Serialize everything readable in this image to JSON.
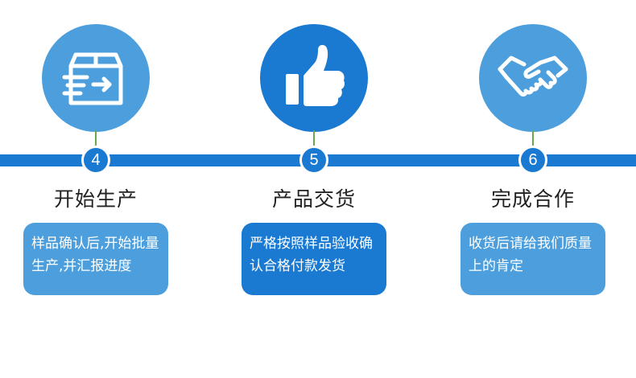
{
  "colors": {
    "timeline": "#1a79d1",
    "light_blue": "#4c9fdc",
    "dark_blue": "#1a79d1",
    "connector": "#6aa84f"
  },
  "steps": [
    {
      "number": "4",
      "title": "开始生产",
      "description": "样品确认后,开始批量生产,并汇报进度",
      "icon": "delivery-box-icon",
      "tone": "light"
    },
    {
      "number": "5",
      "title": "产品交货",
      "description": "严格按照样品验收确认合格付款发货",
      "icon": "thumbs-up-icon",
      "tone": "dark"
    },
    {
      "number": "6",
      "title": "完成合作",
      "description": "收货后请给我们质量上的肯定",
      "icon": "handshake-icon",
      "tone": "light"
    }
  ]
}
